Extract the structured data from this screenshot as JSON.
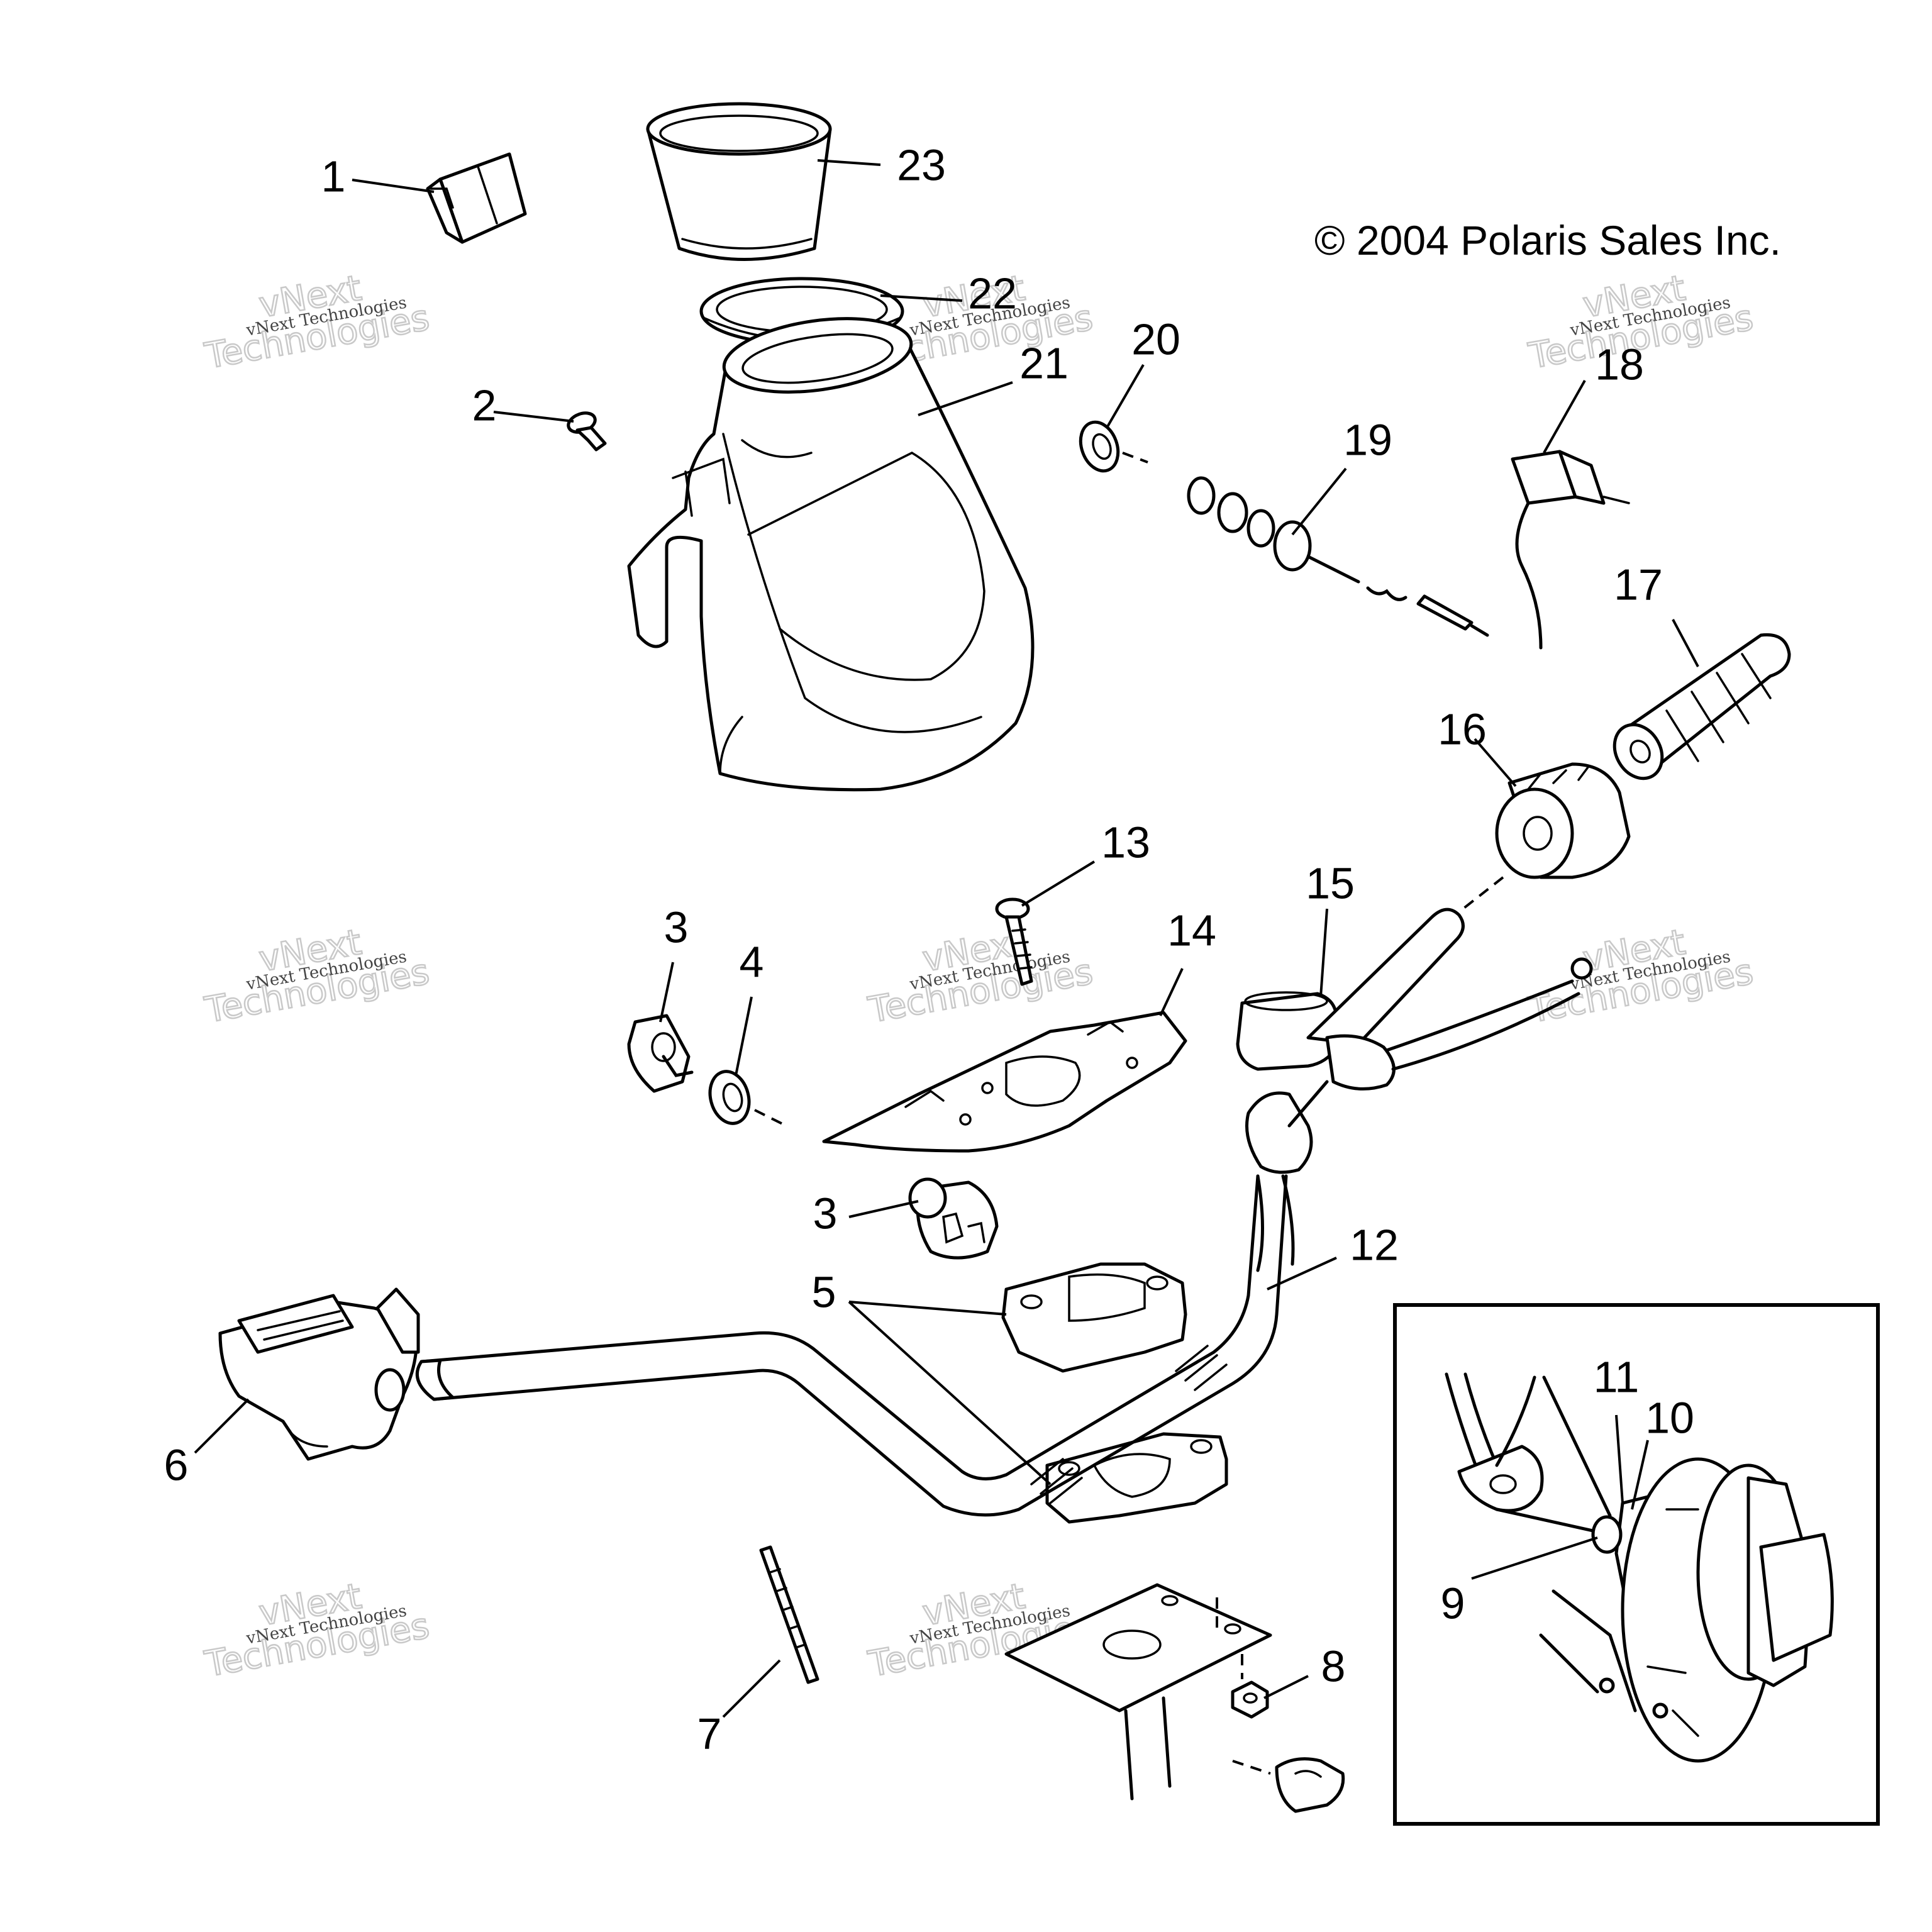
{
  "copyright": "© 2004 Polaris Sales Inc.",
  "watermark": {
    "line1": "vNext",
    "line2": "Technologies",
    "small": "vNext Technologies"
  },
  "callouts": {
    "c1": "1",
    "c2": "2",
    "c3a": "3",
    "c3b": "3",
    "c4": "4",
    "c5": "5",
    "c6": "6",
    "c7": "7",
    "c8": "8",
    "c9": "9",
    "c10": "10",
    "c11": "11",
    "c12": "12",
    "c13": "13",
    "c14": "14",
    "c15": "15",
    "c16": "16",
    "c17": "17",
    "c18": "18",
    "c19": "19",
    "c20": "20",
    "c21": "21",
    "c22": "22",
    "c23": "23"
  }
}
